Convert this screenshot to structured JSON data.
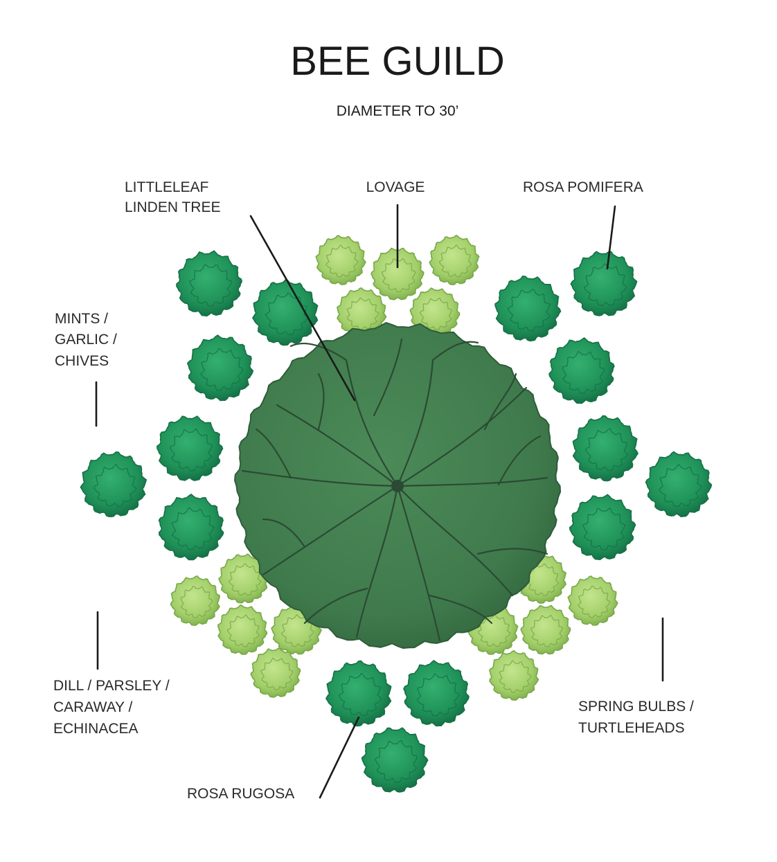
{
  "title": "BEE GUILD",
  "subtitle": "DIAMETER TO 30’",
  "labels": {
    "linden_line1": "LITTLELEAF",
    "linden_line2": "LINDEN TREE",
    "lovage": "LOVAGE",
    "rosa_pomifera": "ROSA POMIFERA",
    "mints_line1": "MINTS /",
    "mints_line2": "GARLIC /",
    "mints_line3": "CHIVES",
    "dill_line1": "DILL / PARSLEY /",
    "dill_line2": "CARAWAY /",
    "dill_line3": "ECHINACEA",
    "rosa_rugosa": "ROSA RUGOSA",
    "bulbs_line1": "SPRING BULBS /",
    "bulbs_line2": "TURTLEHEADS"
  },
  "colors": {
    "tree_fill": "#3f7a4c",
    "tree_edge": "#2e5c39",
    "shrub_dark": "#1f9158",
    "shrub_dark_edge": "#157045",
    "shrub_light": "#a3cf6a",
    "shrub_light_edge": "#78a84a",
    "leader_line": "#1a1a1a"
  }
}
